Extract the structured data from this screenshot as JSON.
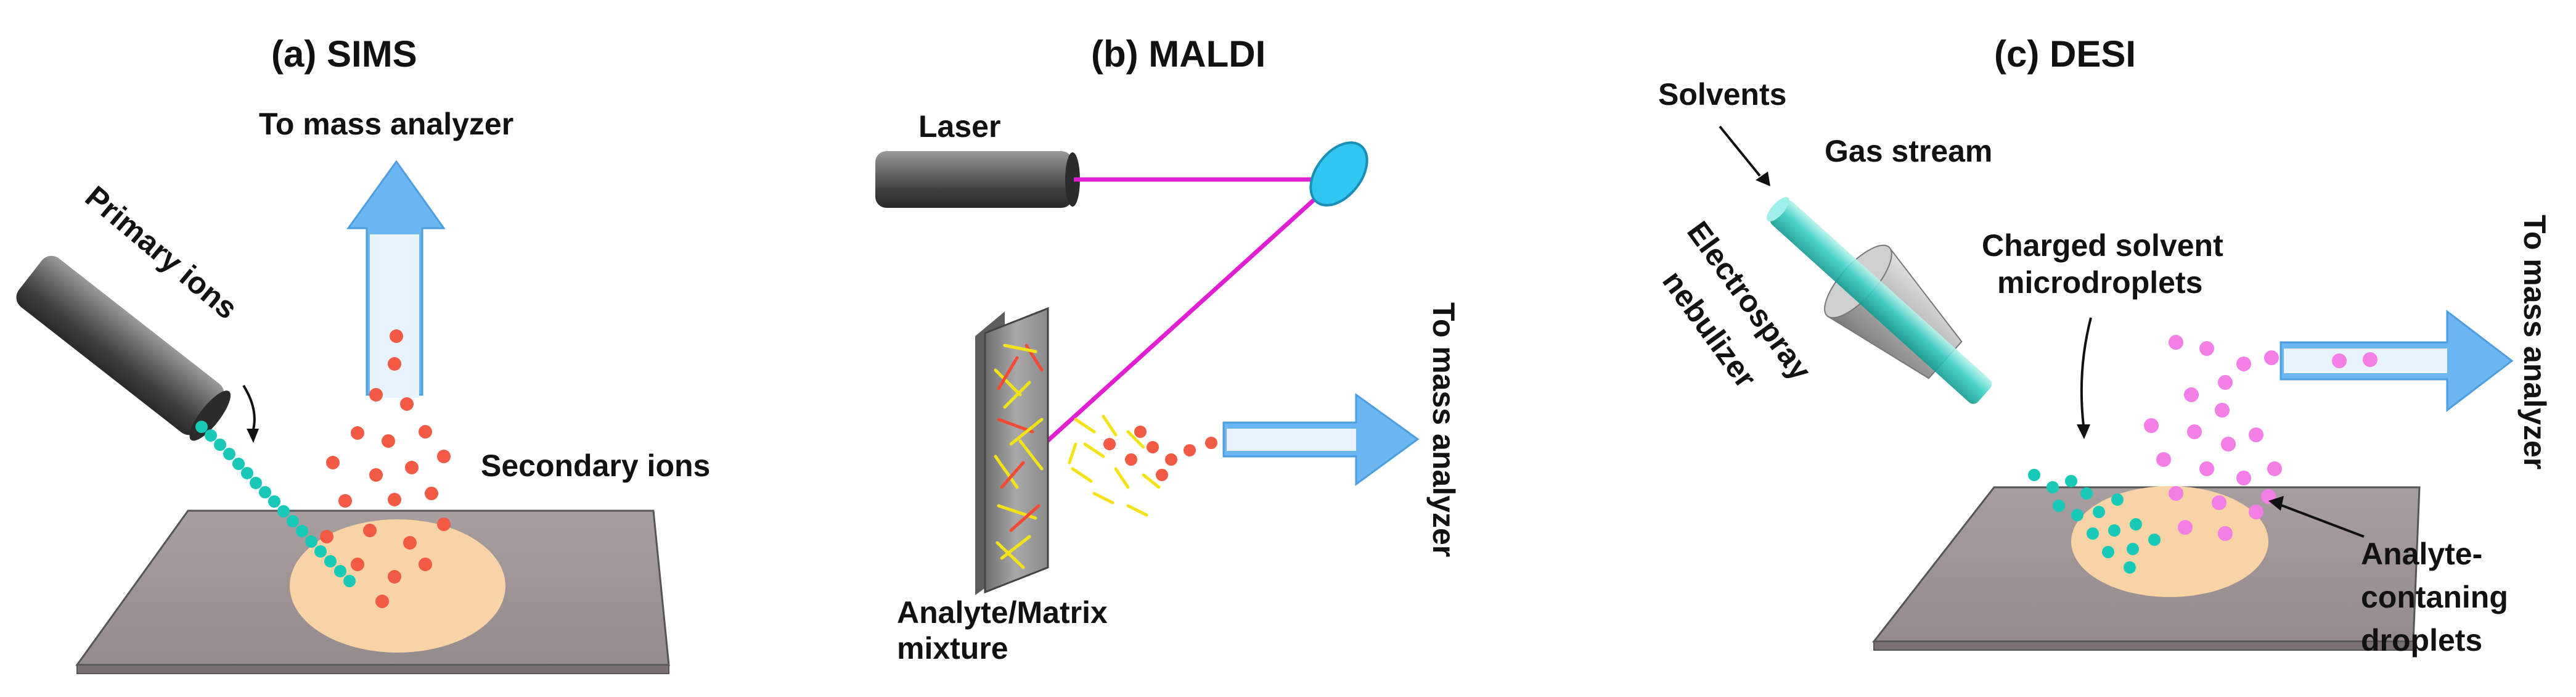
{
  "panels": {
    "sims": {
      "title": "(a) SIMS",
      "to_analyzer": "To mass analyzer",
      "primary_ions": "Primary ions",
      "secondary_ions": "Secondary ions"
    },
    "maldi": {
      "title": "(b) MALDI",
      "laser": "Laser",
      "to_analyzer": "To mass analyzer",
      "mixture_line1": "Analyte/Matrix",
      "mixture_line2": "mixture"
    },
    "desi": {
      "title": "(c) DESI",
      "solvents": "Solvents",
      "gas_stream": "Gas stream",
      "nebulizer_line1": "Electrospray",
      "nebulizer_line2": "nebulizer",
      "charged_line1": "Charged solvent",
      "charged_line2": "microdroplets",
      "to_analyzer": "To mass analyzer",
      "analyte_line1": "Analyte-",
      "analyte_line2": "contaning",
      "analyte_line3": "droplets"
    }
  },
  "colors": {
    "plate": "#9e9596",
    "sample_spot": "#f8d3a5",
    "ion_red": "#f25a44",
    "ion_teal": "#19c9b8",
    "droplet_pink": "#f27ee6",
    "arrow_blue": "#69b4f0",
    "laser_beam": "#e01ed2",
    "mirror": "#31c6f1",
    "nebulizer_tube": "#3cd4c8",
    "nebulizer_cone": "#b8b8b8",
    "gun_gray": "#555555"
  },
  "icons": [
    "ion-gun-icon",
    "laser-icon",
    "mirror-icon",
    "nebulizer-icon",
    "sample-plate-icon"
  ]
}
